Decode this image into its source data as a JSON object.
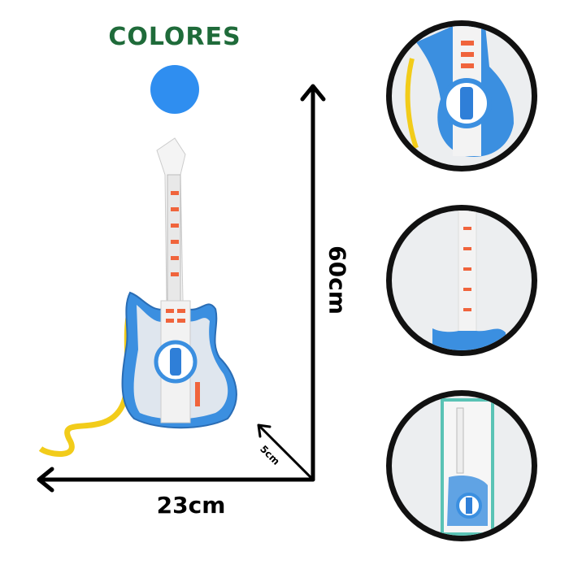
{
  "title": "COLORES",
  "colors": {
    "swatch": "#2f8ef0",
    "title": "#1f6b3a",
    "guitar_blue": "#3b8fe0",
    "accent_orange": "#f0643c",
    "strap": "#f2cc1a"
  },
  "dimensions": {
    "height": "60cm",
    "width": "23cm",
    "depth": "5cm"
  },
  "thumbnails": [
    "guitar-body-closeup",
    "guitar-neck-closeup",
    "guitar-in-package"
  ]
}
